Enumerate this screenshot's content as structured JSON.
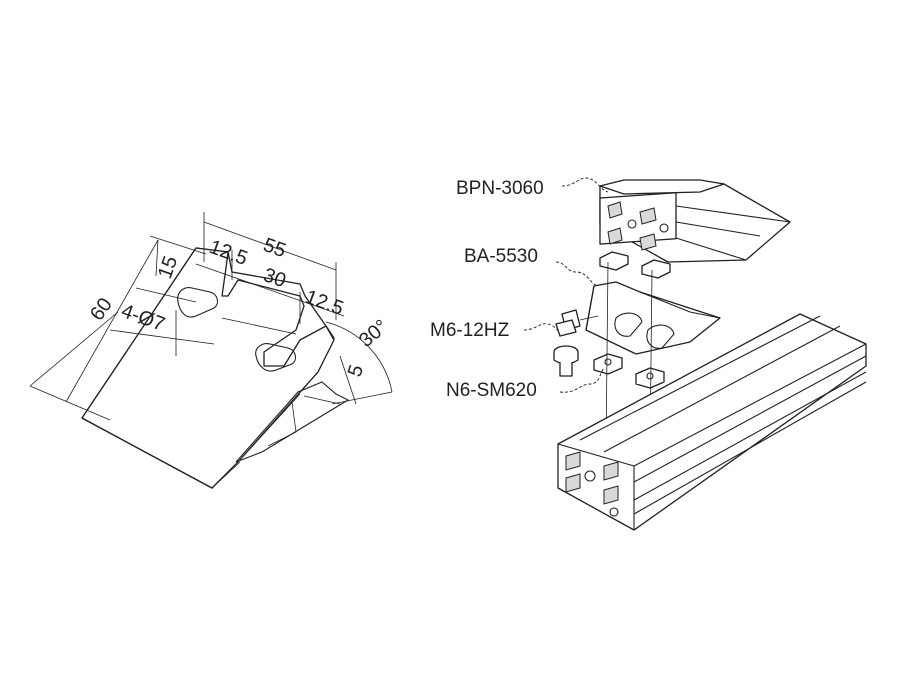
{
  "left_drawing": {
    "dimensions": {
      "width_total": "55",
      "offset_left": "12.5",
      "slot_spacing": "30",
      "offset_right": "12.5",
      "slot_length": "15",
      "length": "60",
      "holes": "4-Ø7",
      "angle": "30°",
      "thickness": "5"
    }
  },
  "right_drawing": {
    "parts": {
      "top_profile": "BPN-3060",
      "bracket": "BA-5530",
      "bolt": "M6-12HZ",
      "nut": "N6-SM620"
    }
  }
}
